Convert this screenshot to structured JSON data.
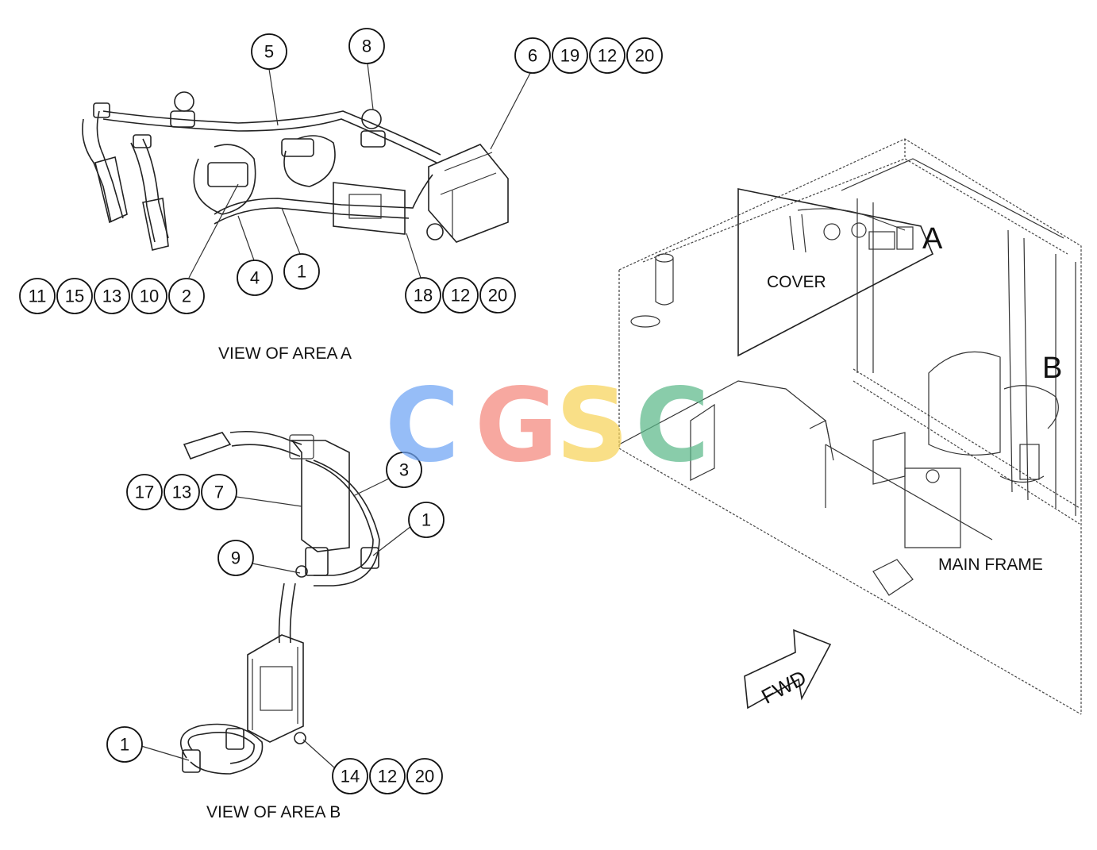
{
  "views": {
    "area_a": "VIEW OF AREA A",
    "area_b": "VIEW OF AREA B"
  },
  "labels": {
    "cover": "COVER",
    "main_frame": "MAIN FRAME",
    "fwd": "FWD",
    "area_a_marker": "A",
    "area_b_marker": "B"
  },
  "callouts": {
    "a5": "5",
    "a8": "8",
    "a6": "6",
    "a19": "19",
    "a12top": "12",
    "a20top": "20",
    "a11": "11",
    "a15": "15",
    "a13": "13",
    "a10": "10",
    "a2": "2",
    "a4": "4",
    "a1": "1",
    "a18": "18",
    "a12mid": "12",
    "a20mid": "20",
    "b17": "17",
    "b13": "13",
    "b7": "7",
    "b3": "3",
    "b1top": "1",
    "b9": "9",
    "b1bot": "1",
    "b14": "14",
    "b12": "12",
    "b20": "20"
  },
  "watermark": {
    "letters": [
      "C",
      "G",
      "S",
      "C"
    ],
    "colors": [
      "#6ea4f4",
      "#f4877c",
      "#f7d45a",
      "#5cb98a"
    ]
  }
}
